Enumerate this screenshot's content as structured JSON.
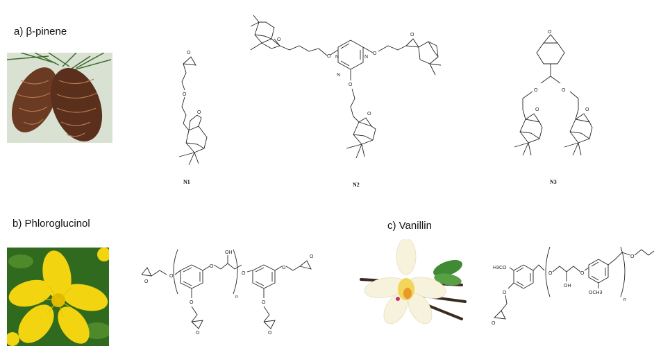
{
  "sections": {
    "a": {
      "label": "a) β-pinene"
    },
    "b": {
      "label": "b) Phloroglucinol"
    },
    "c": {
      "label": "c)  Vanillin"
    }
  },
  "compounds": {
    "n1": {
      "label": "N1"
    },
    "n2": {
      "label": "N2"
    },
    "n3": {
      "label": "N3"
    }
  },
  "atoms": {
    "o": "O",
    "n": "N",
    "oh": "OH",
    "h3co": "H3CO",
    "och3": "OCH3",
    "n_sub": "n"
  },
  "colors": {
    "pinecone_brown": "#6b3a22",
    "pine_green": "#3e6b2c",
    "flower_yellow": "#f2d411",
    "leaf_green": "#2f6a1f",
    "vanilla_petal": "#f6f2dc",
    "vanilla_pod": "#3a2b20"
  }
}
